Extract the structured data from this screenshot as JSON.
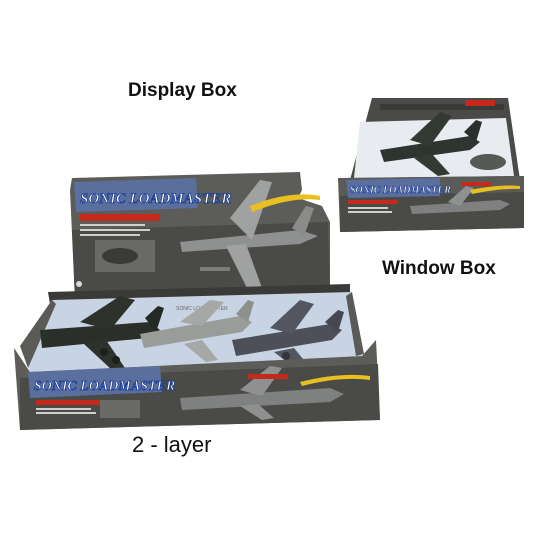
{
  "labels": {
    "display_box": "Display Box",
    "window_box": "Window Box",
    "two_layer": "2 - layer"
  },
  "product": {
    "brand_text": "SONIC LOADMASTER"
  },
  "colors": {
    "box_dark": "#4a4a48",
    "box_mid": "#6b6b68",
    "box_light": "#8d8d8a",
    "tray_blue": "#c8d3e4",
    "accent_red": "#c42a1c",
    "accent_yellow": "#e8c020",
    "brand_blue": "#1d3f94",
    "plane_dark": "#2a2f2a",
    "plane_grey": "#9a9c9a",
    "plane_slate": "#4d5058"
  }
}
